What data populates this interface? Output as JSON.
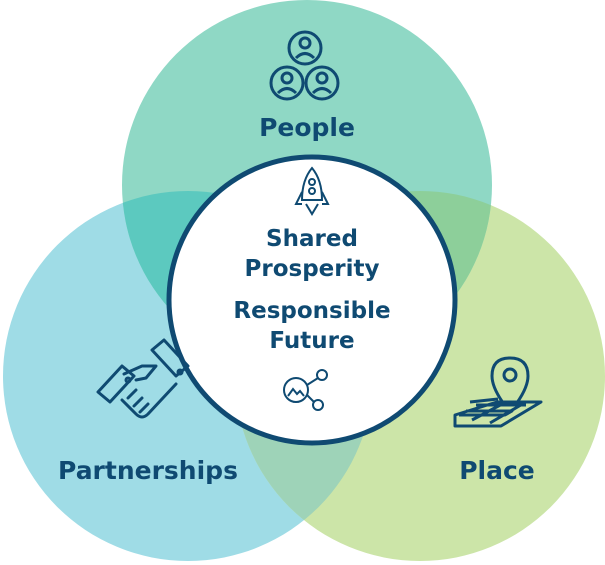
{
  "diagram": {
    "colors": {
      "people": "#8fd8c5",
      "partnerships": "#9fdce6",
      "place": "#cce5a8",
      "people_partnerships_overlap": "#5cc9bf",
      "people_place_overlap": "#8dcf9a",
      "partnerships_place_overlap": "#9ed3b8",
      "center_fill": "#ffffff",
      "center_border": "#0f4a72",
      "text": "#0f4a72"
    },
    "people": {
      "label": "People",
      "icon": "people-group-icon"
    },
    "partnerships": {
      "label": "Partnerships",
      "icon": "handshake-icon"
    },
    "place": {
      "label": "Place",
      "icon": "map-pin-grid-icon"
    },
    "center": {
      "line1": "Shared",
      "line2": "Prosperity",
      "line3": "Responsible",
      "line4": "Future",
      "top_icon": "rocket-icon",
      "bottom_icon": "shared-network-icon"
    }
  }
}
